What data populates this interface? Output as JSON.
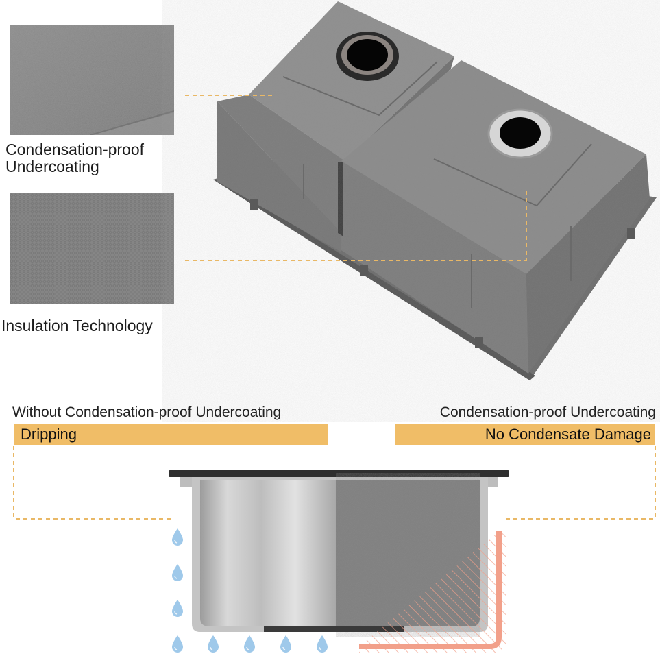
{
  "features": {
    "undercoating_label": "Condensation-proof\nUndercoating",
    "insulation_label": "Insulation Technology"
  },
  "comparison": {
    "left": {
      "caption": "Without Condensation-proof Undercoating",
      "badge": "Dripping"
    },
    "right": {
      "caption": "Condensation-proof Undercoating",
      "badge": "No Condensate Damage"
    }
  },
  "colors": {
    "accent": "#f0bd67",
    "dashed_leader": "#e9b866",
    "coating_gray": "#7e7e7e",
    "steel": "#b9b9b9",
    "water_drop": "#9fc9ea",
    "heat_outline": "#f2a08a"
  },
  "icons": [
    "water-drop-icon"
  ]
}
